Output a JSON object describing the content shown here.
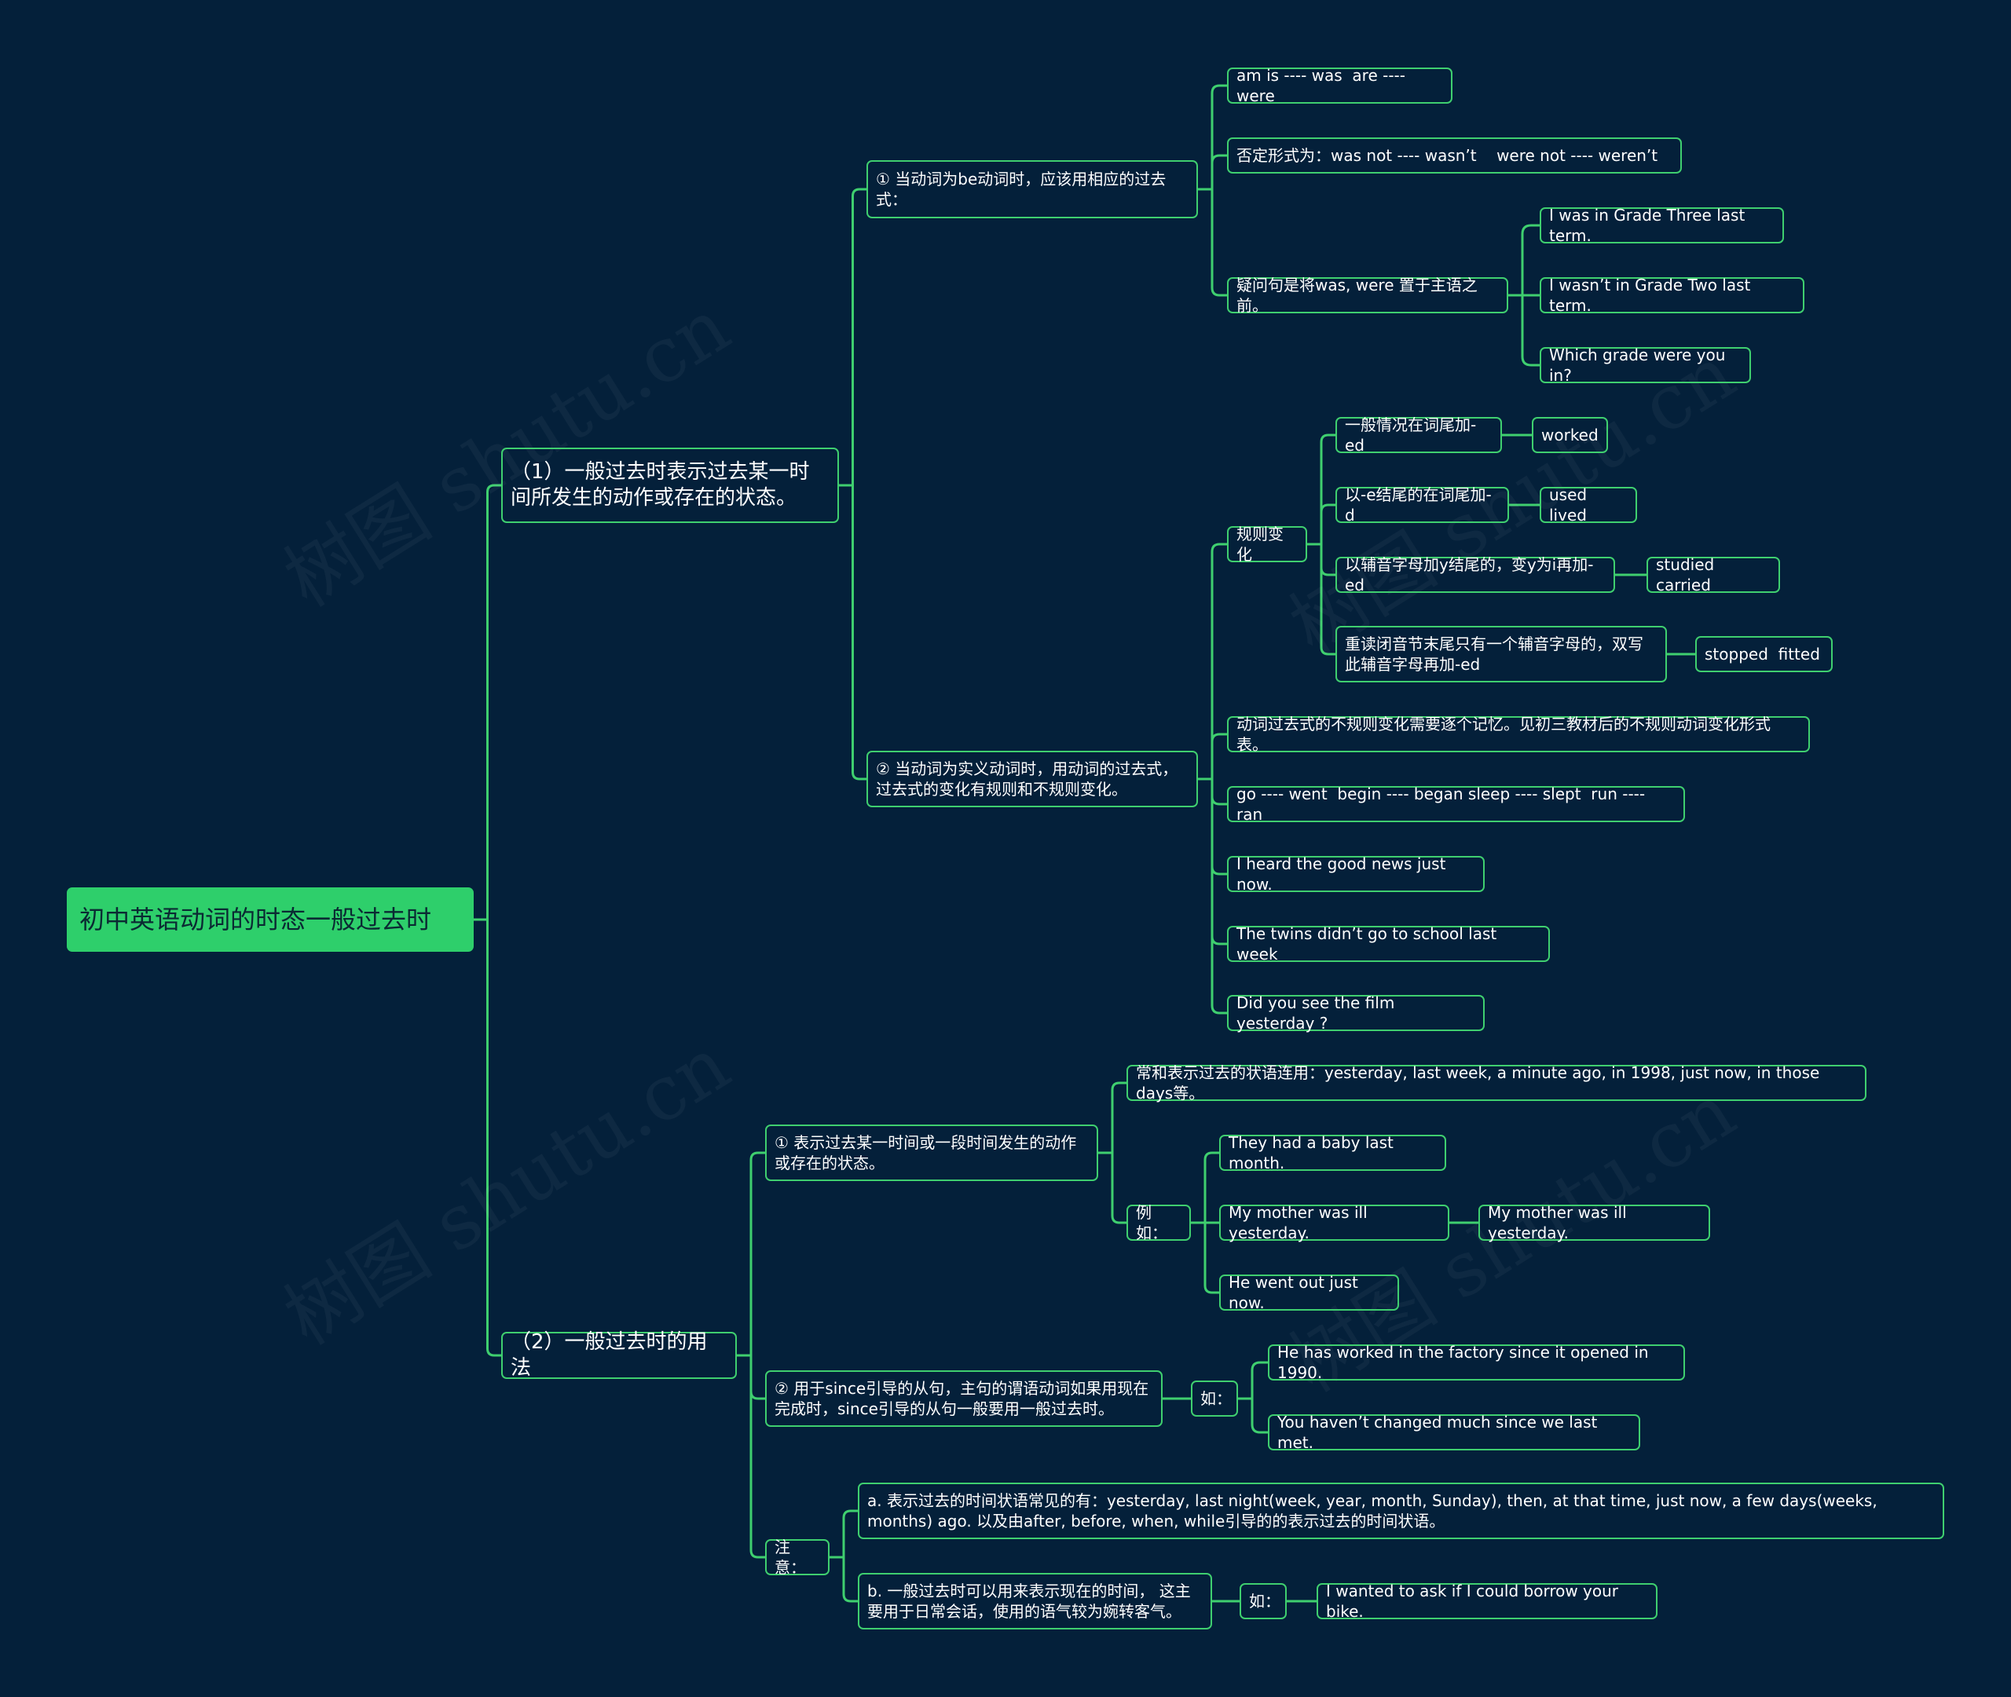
{
  "colors": {
    "background": "#04203a",
    "connector": "#3fcf6f",
    "root_fill": "#2ecf6b",
    "text": "#ffffff"
  },
  "watermark": "树图 shutu.cn",
  "root": {
    "label": "初中英语动词的时态一般过去时"
  },
  "branch1": {
    "label": "（1）一般过去时表示过去某一时间所发生的动作或存在的状态。",
    "be": {
      "label": "① 当动词为be动词时，应该用相应的过去式：",
      "forms": "am is ---- was  are ---- were",
      "negative": "否定形式为：was not ---- wasn’t    were not ---- weren’t",
      "question": {
        "label": "疑问句是将was, were 置于主语之前。",
        "examples": [
          "I was in Grade Three last term.",
          "I wasn’t in Grade Two last term.",
          "Which grade were you in?"
        ]
      }
    },
    "verb": {
      "label": "② 当动词为实义动词时，用动词的过去式，过去式的变化有规则和不规则变化。",
      "regular": {
        "label": "规则变化",
        "rules": [
          {
            "rule": "一般情况在词尾加-ed",
            "example": "worked"
          },
          {
            "rule": "以-e结尾的在词尾加-d",
            "example": "used  lived"
          },
          {
            "rule": "以辅音字母加y结尾的，变y为i再加-ed",
            "example": "studied  carried"
          },
          {
            "rule": "重读闭音节末尾只有一个辅音字母的，双写此辅音字母再加-ed",
            "example": "stopped  fitted"
          }
        ]
      },
      "irregular_note": "动词过去式的不规则变化需要逐个记忆。见初三教材后的不规则动词变化形式表。",
      "irregular_examples": "go ---- went  begin ---- began sleep ---- slept  run ---- ran",
      "sentences": [
        "I heard the good news just now.",
        "The twins didn’t go to school last week",
        "Did you see the film yesterday ?"
      ]
    }
  },
  "branch2": {
    "label": "（2）一般过去时的用法",
    "use1": {
      "label": "① 表示过去某一时间或一段时间发生的动作或存在的状态。",
      "adverbials": "常和表示过去的状语连用：yesterday, last week, a minute ago, in 1998, just now, in those days等。",
      "example_label": "例如：",
      "examples": [
        "They had a baby last month.",
        "My mother was ill yesterday.",
        "He went out just now."
      ],
      "example_child": "My mother was ill yesterday."
    },
    "use2": {
      "label": "② 用于since引导的从句，主句的谓语动词如果用现在完成时，since引导的从句一般要用一般过去时。",
      "ru_label": "如：",
      "examples": [
        "He has worked in the factory since it opened in 1990.",
        "You haven’t changed much since we last met."
      ]
    },
    "note": {
      "label": "注意：",
      "a": "a. 表示过去的时间状语常见的有：yesterday, last night(week, year, month, Sunday), then, at that time, just now, a few days(weeks, months) ago. 以及由after, before, when, while引导的的表示过去的时间状语。",
      "b": "b. 一般过去时可以用来表示现在的时间， 这主要用于日常会话，使用的语气较为婉转客气。",
      "ru_label": "如：",
      "example": "I wanted to ask if I could borrow your bike."
    }
  }
}
